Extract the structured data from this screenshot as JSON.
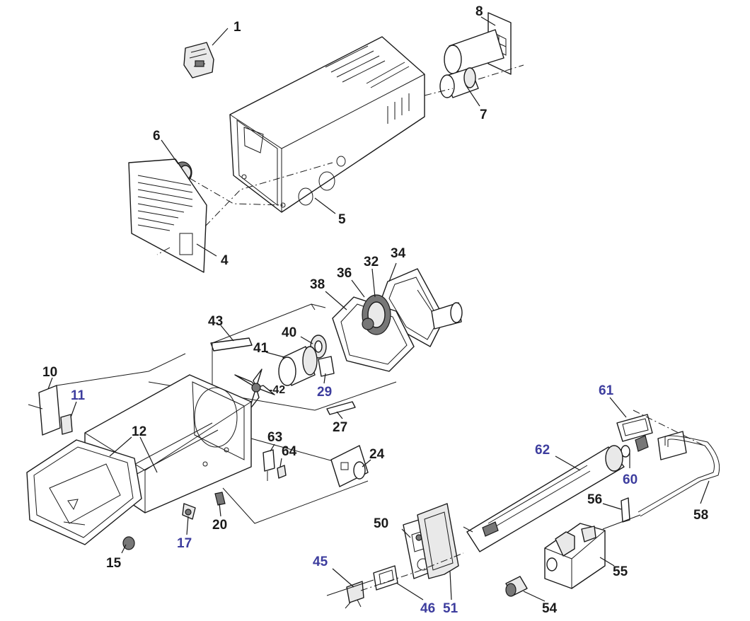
{
  "colors": {
    "label_default": "#1a1a1a",
    "label_highlight": "#3d3d9e"
  },
  "labels": [
    {
      "id": "1",
      "text": "1",
      "highlight": false
    },
    {
      "id": "4",
      "text": "4",
      "highlight": false
    },
    {
      "id": "5",
      "text": "5",
      "highlight": false
    },
    {
      "id": "6",
      "text": "6",
      "highlight": false
    },
    {
      "id": "7",
      "text": "7",
      "highlight": false
    },
    {
      "id": "8",
      "text": "8",
      "highlight": false
    },
    {
      "id": "10",
      "text": "10",
      "highlight": false
    },
    {
      "id": "11",
      "text": "11",
      "highlight": true
    },
    {
      "id": "12",
      "text": "12",
      "highlight": false
    },
    {
      "id": "15",
      "text": "15",
      "highlight": false
    },
    {
      "id": "17",
      "text": "17",
      "highlight": true
    },
    {
      "id": "20",
      "text": "20",
      "highlight": false
    },
    {
      "id": "24",
      "text": "24",
      "highlight": false
    },
    {
      "id": "27",
      "text": "27",
      "highlight": false
    },
    {
      "id": "29",
      "text": "29",
      "highlight": true
    },
    {
      "id": "32",
      "text": "32",
      "highlight": false
    },
    {
      "id": "34",
      "text": "34",
      "highlight": false
    },
    {
      "id": "36",
      "text": "36",
      "highlight": false
    },
    {
      "id": "38",
      "text": "38",
      "highlight": false
    },
    {
      "id": "40",
      "text": "40",
      "highlight": false
    },
    {
      "id": "41",
      "text": "41",
      "highlight": false
    },
    {
      "id": "42",
      "text": "-42",
      "highlight": false
    },
    {
      "id": "43",
      "text": "43",
      "highlight": false
    },
    {
      "id": "45",
      "text": "45",
      "highlight": true
    },
    {
      "id": "46",
      "text": "46",
      "highlight": true
    },
    {
      "id": "50",
      "text": "50",
      "highlight": false
    },
    {
      "id": "51",
      "text": "51",
      "highlight": true
    },
    {
      "id": "54",
      "text": "54",
      "highlight": false
    },
    {
      "id": "55",
      "text": "55",
      "highlight": false
    },
    {
      "id": "56",
      "text": "56",
      "highlight": false
    },
    {
      "id": "58",
      "text": "58",
      "highlight": false
    },
    {
      "id": "60",
      "text": "60",
      "highlight": true
    },
    {
      "id": "61",
      "text": "61",
      "highlight": true
    },
    {
      "id": "62",
      "text": "62",
      "highlight": true
    },
    {
      "id": "63",
      "text": "63",
      "highlight": false
    },
    {
      "id": "64",
      "text": "64",
      "highlight": false
    }
  ]
}
